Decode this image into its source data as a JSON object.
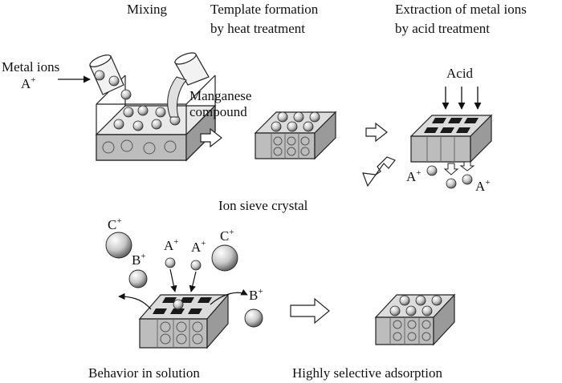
{
  "steps": {
    "mixing": "Mixing",
    "template_line1": "Template formation",
    "template_line2": "by heat treatment",
    "extraction_line1": "Extraction of metal ions",
    "extraction_line2": "by acid treatment"
  },
  "labels": {
    "metal_ions": "Metal ions",
    "manganese_line1": "Manganese",
    "manganese_line2": "compound",
    "acid": "Acid",
    "ion_sieve": "Ion sieve crystal",
    "behavior": "Behavior in solution",
    "adsorption": "Highly selective adsorption"
  },
  "ions": {
    "a_letter": "A",
    "b_letter": "B",
    "c_letter": "C",
    "charge": "+"
  },
  "colors": {
    "block_top": "#dcdcdc",
    "block_front": "#bdbdbd",
    "block_side": "#9a9a9a",
    "hole": "#1a1a1a",
    "ion_light": "#f4f4f4",
    "ion_dark": "#6a6a6a",
    "stroke": "#222222"
  }
}
